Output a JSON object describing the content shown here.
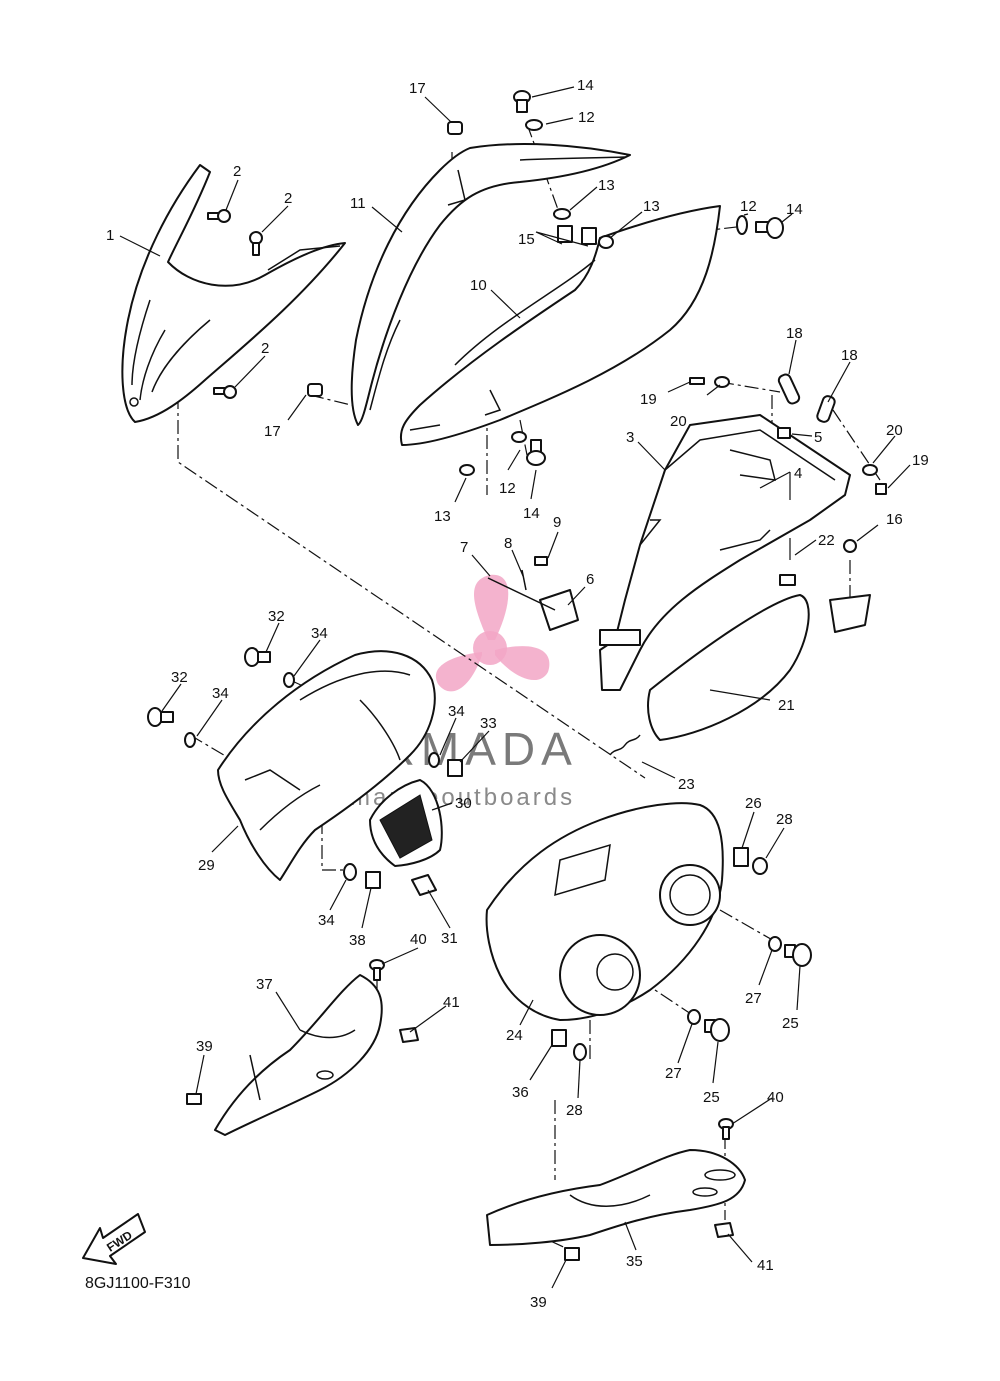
{
  "diagram_code": "8GJ1100-F310",
  "fwd_label": "FWD",
  "watermark": {
    "brand": "ARMADA",
    "tagline": "marineoutboards",
    "brand_color": "#7a7a7a",
    "logo_color": "#f2a6c6"
  },
  "callouts": [
    {
      "id": "c1",
      "text": "1"
    },
    {
      "id": "c2a",
      "text": "2"
    },
    {
      "id": "c2b",
      "text": "2"
    },
    {
      "id": "c2c",
      "text": "2"
    },
    {
      "id": "c3",
      "text": "3"
    },
    {
      "id": "c4",
      "text": "4"
    },
    {
      "id": "c5",
      "text": "5"
    },
    {
      "id": "c6",
      "text": "6"
    },
    {
      "id": "c7",
      "text": "7"
    },
    {
      "id": "c8",
      "text": "8"
    },
    {
      "id": "c9",
      "text": "9"
    },
    {
      "id": "c10",
      "text": "10"
    },
    {
      "id": "c11",
      "text": "11"
    },
    {
      "id": "c12a",
      "text": "12"
    },
    {
      "id": "c12b",
      "text": "12"
    },
    {
      "id": "c12c",
      "text": "12"
    },
    {
      "id": "c13a",
      "text": "13"
    },
    {
      "id": "c13b",
      "text": "13"
    },
    {
      "id": "c13c",
      "text": "13"
    },
    {
      "id": "c14a",
      "text": "14"
    },
    {
      "id": "c14b",
      "text": "14"
    },
    {
      "id": "c14c",
      "text": "14"
    },
    {
      "id": "c15",
      "text": "15"
    },
    {
      "id": "c16",
      "text": "16"
    },
    {
      "id": "c17a",
      "text": "17"
    },
    {
      "id": "c17b",
      "text": "17"
    },
    {
      "id": "c18a",
      "text": "18"
    },
    {
      "id": "c18b",
      "text": "18"
    },
    {
      "id": "c19a",
      "text": "19"
    },
    {
      "id": "c19b",
      "text": "19"
    },
    {
      "id": "c20a",
      "text": "20"
    },
    {
      "id": "c20b",
      "text": "20"
    },
    {
      "id": "c21",
      "text": "21"
    },
    {
      "id": "c22",
      "text": "22"
    },
    {
      "id": "c23",
      "text": "23"
    },
    {
      "id": "c24",
      "text": "24"
    },
    {
      "id": "c25a",
      "text": "25"
    },
    {
      "id": "c25b",
      "text": "25"
    },
    {
      "id": "c26",
      "text": "26"
    },
    {
      "id": "c27a",
      "text": "27"
    },
    {
      "id": "c27b",
      "text": "27"
    },
    {
      "id": "c28a",
      "text": "28"
    },
    {
      "id": "c28b",
      "text": "28"
    },
    {
      "id": "c29",
      "text": "29"
    },
    {
      "id": "c30",
      "text": "30"
    },
    {
      "id": "c31",
      "text": "31"
    },
    {
      "id": "c32a",
      "text": "32"
    },
    {
      "id": "c32b",
      "text": "32"
    },
    {
      "id": "c33",
      "text": "33"
    },
    {
      "id": "c34a",
      "text": "34"
    },
    {
      "id": "c34b",
      "text": "34"
    },
    {
      "id": "c34c",
      "text": "34"
    },
    {
      "id": "c34d",
      "text": "34"
    },
    {
      "id": "c35",
      "text": "35"
    },
    {
      "id": "c36",
      "text": "36"
    },
    {
      "id": "c37",
      "text": "37"
    },
    {
      "id": "c38",
      "text": "38"
    },
    {
      "id": "c39a",
      "text": "39"
    },
    {
      "id": "c39b",
      "text": "39"
    },
    {
      "id": "c40a",
      "text": "40"
    },
    {
      "id": "c40b",
      "text": "40"
    },
    {
      "id": "c41a",
      "text": "41"
    },
    {
      "id": "c41b",
      "text": "41"
    }
  ]
}
